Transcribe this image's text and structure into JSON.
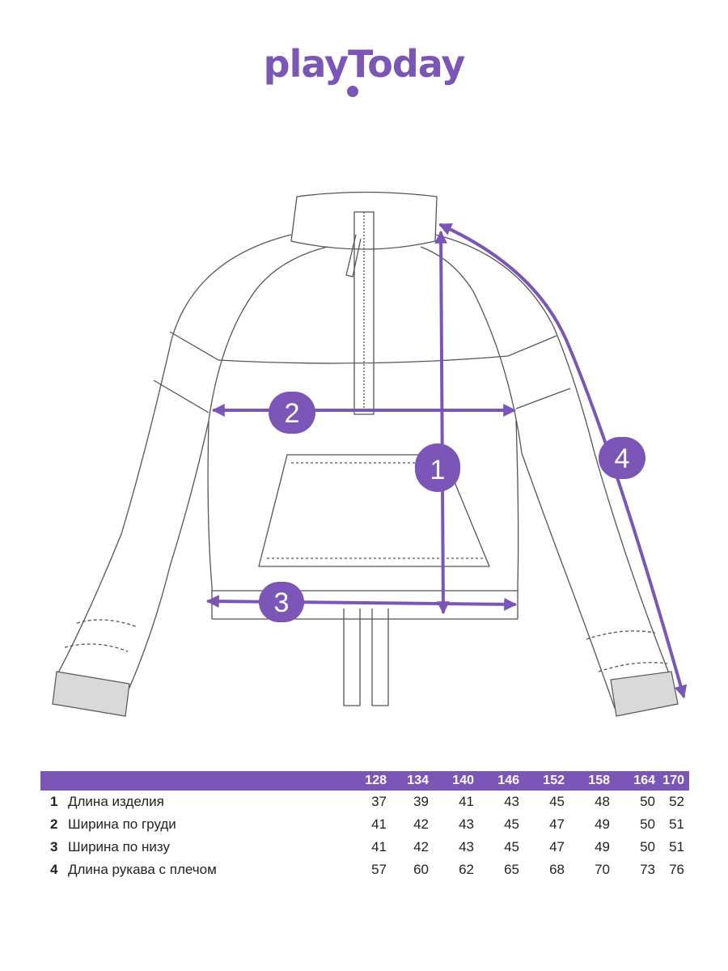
{
  "brand": {
    "logo_text": "playToday"
  },
  "markers": [
    "1",
    "2",
    "3",
    "4"
  ],
  "colors": {
    "accent": "#7b56b7",
    "line": "#555555",
    "cuff": "#d9d9d9"
  },
  "size_table": {
    "sizes": [
      "128",
      "134",
      "140",
      "146",
      "152",
      "158",
      "164",
      "170"
    ],
    "rows": [
      {
        "num": "1",
        "label": "Длина изделия",
        "values": [
          "37",
          "39",
          "41",
          "43",
          "45",
          "48",
          "50",
          "52"
        ]
      },
      {
        "num": "2",
        "label": "Ширина по груди",
        "values": [
          "41",
          "42",
          "43",
          "45",
          "47",
          "49",
          "50",
          "51"
        ]
      },
      {
        "num": "3",
        "label": "Ширина по низу",
        "values": [
          "41",
          "42",
          "43",
          "45",
          "47",
          "49",
          "50",
          "51"
        ]
      },
      {
        "num": "4",
        "label": "Длина рукава с плечом",
        "values": [
          "57",
          "60",
          "62",
          "65",
          "68",
          "70",
          "73",
          "76"
        ]
      }
    ]
  }
}
